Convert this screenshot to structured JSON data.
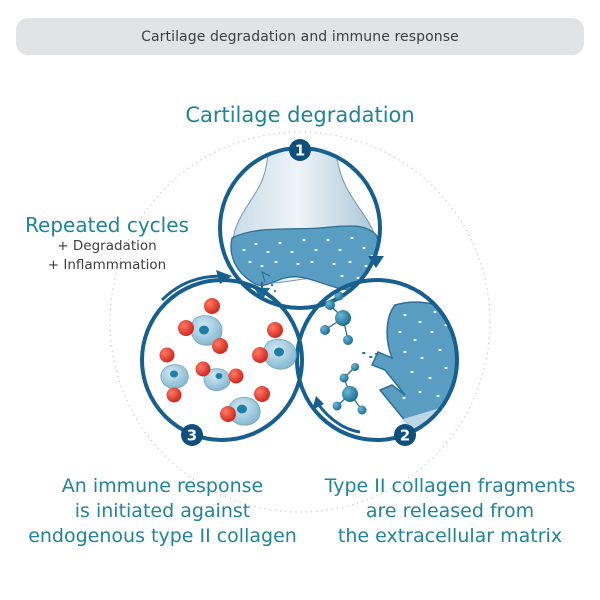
{
  "header": {
    "title": "Cartilage degradation and immune response"
  },
  "steps": [
    {
      "number": "1",
      "label": "Cartilage degradation"
    },
    {
      "number": "2",
      "label_lines": [
        "Type II collagen fragments",
        "are released from",
        "the extracellular matrix"
      ]
    },
    {
      "number": "3",
      "label_lines": [
        "An immune response",
        "is initiated against",
        "endogenous type II collagen"
      ]
    }
  ],
  "cycles": {
    "title": "Repeated cycles",
    "items": [
      "+ Degradation",
      "+ Inflammmation"
    ]
  },
  "icons": {
    "step1": "cartilage-joint-icon",
    "step2": "collagen-fragments-icon",
    "step3": "immune-cells-icon"
  },
  "colors": {
    "circle_stroke": "#175f8e",
    "badge": "#0e4f7e",
    "label_teal": "#1f8499",
    "cartilage_fill": "#5a9dc2",
    "bone_fill": "#dce8f0",
    "cell_fill": "#9cc8dc",
    "nucleus_fill": "#1d7fa6",
    "antibody_red": "#e23a2e",
    "molecule_fill": "#2a86a8"
  }
}
